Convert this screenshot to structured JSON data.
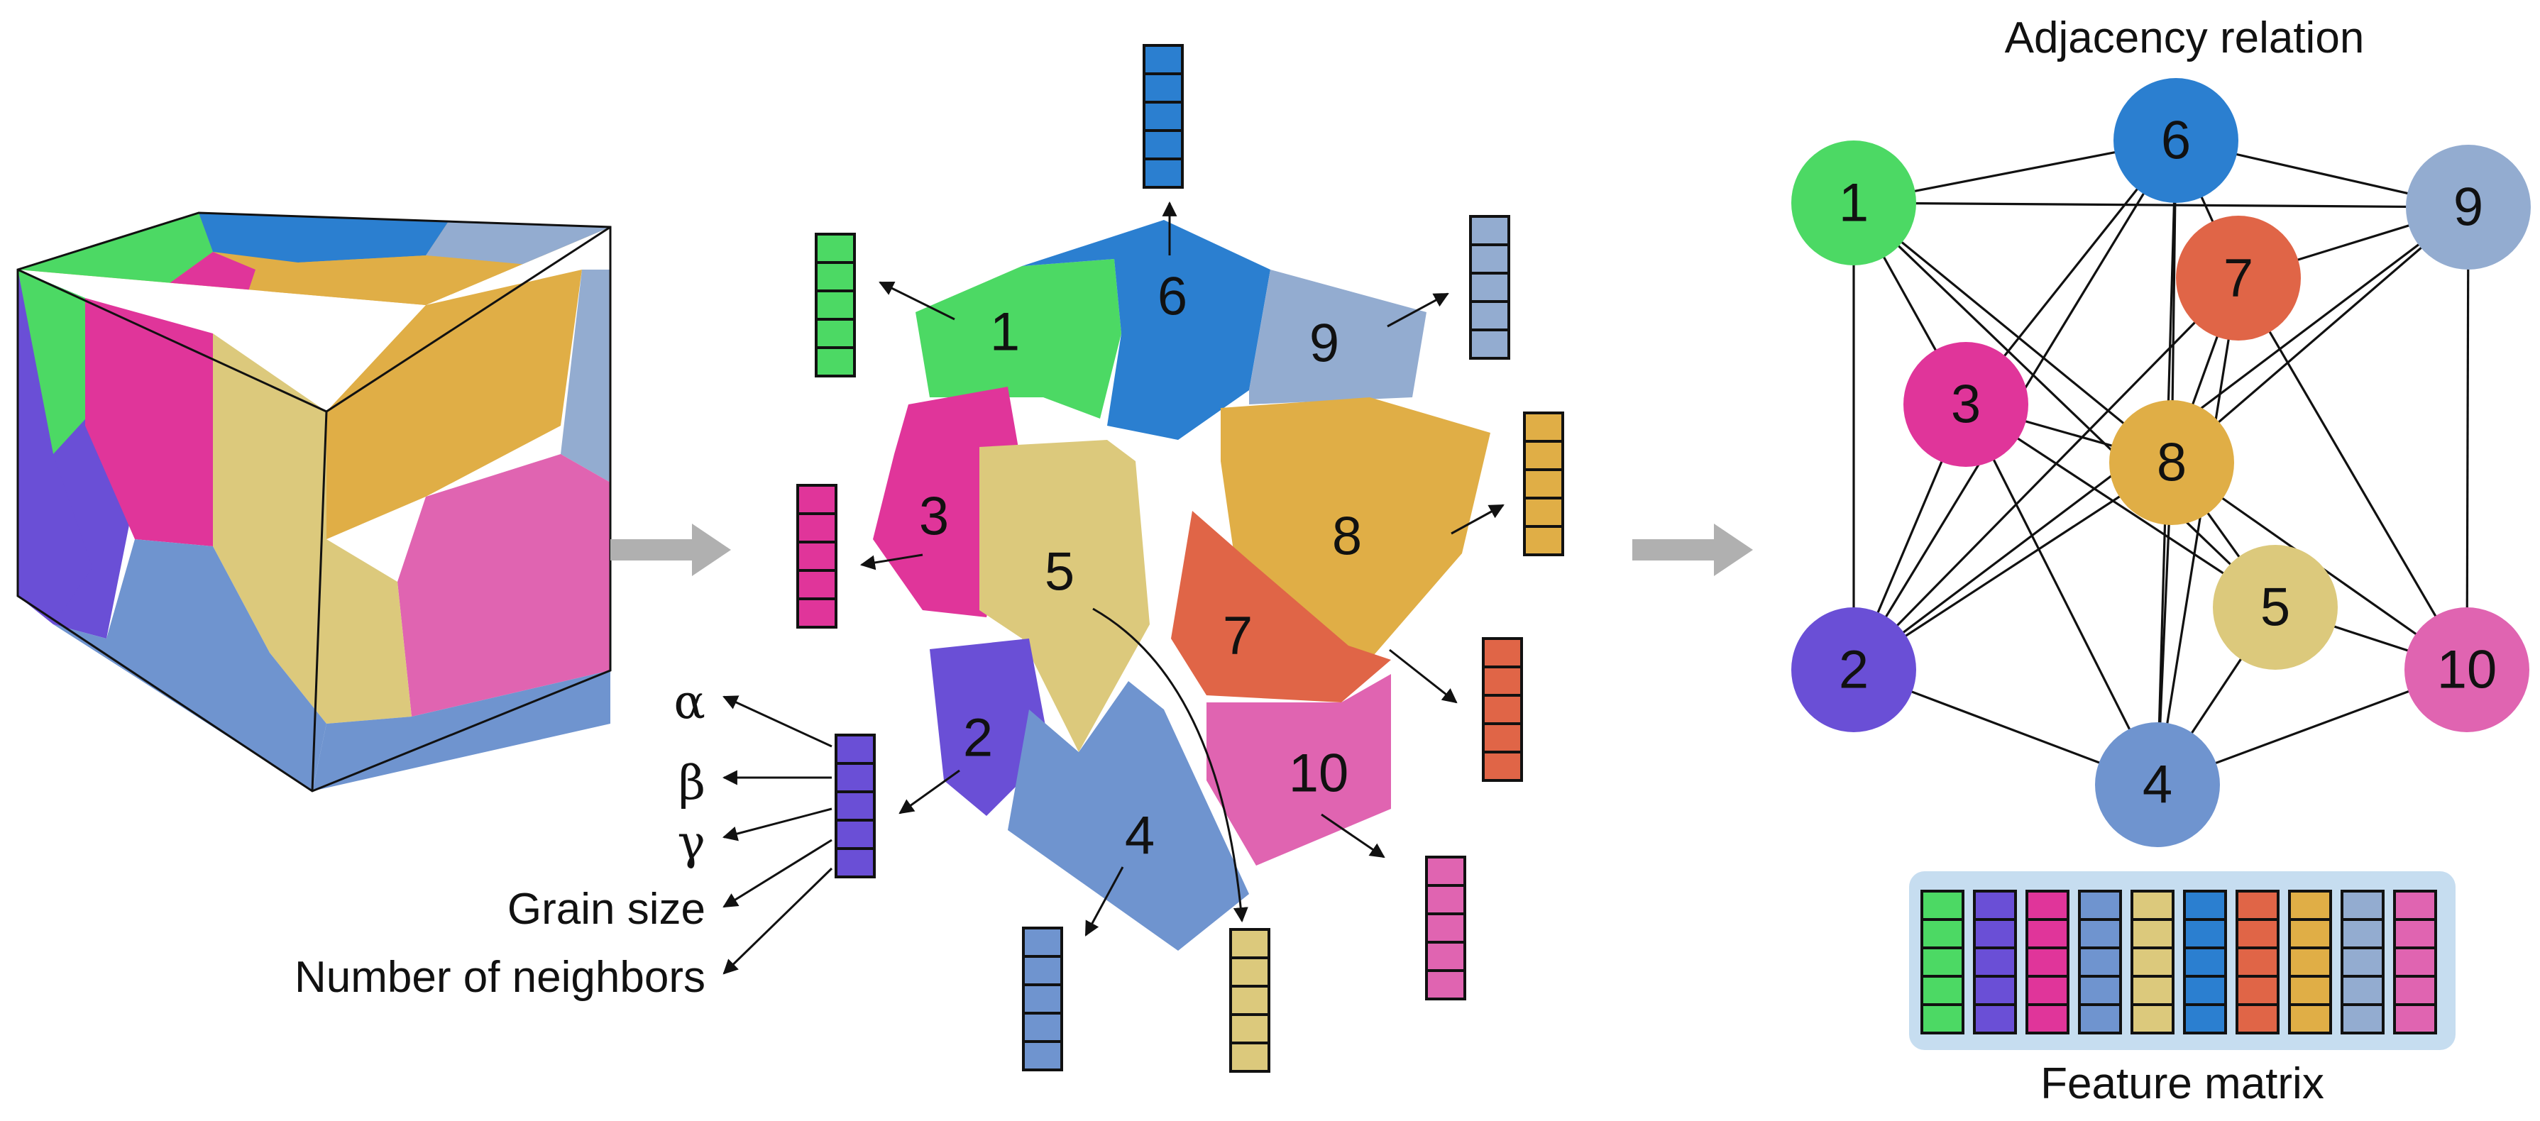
{
  "colors": {
    "g1": "#4cd964",
    "g2": "#6a4fd6",
    "g3": "#e0359a",
    "g4": "#6f94cf",
    "g5": "#dcc97c",
    "g6": "#2b7fd0",
    "g7": "#e06547",
    "g8": "#e0ae46",
    "g9": "#93acd0",
    "g10": "#e064b1",
    "arrow": "#b0b0b0",
    "panel": "#c6ddf0"
  },
  "graph": {
    "title": "Adjacency relation",
    "feature_matrix_label": "Feature matrix",
    "nodes": [
      {
        "id": "1",
        "label": "1",
        "color": "g1"
      },
      {
        "id": "2",
        "label": "2",
        "color": "g2"
      },
      {
        "id": "3",
        "label": "3",
        "color": "g3"
      },
      {
        "id": "4",
        "label": "4",
        "color": "g4"
      },
      {
        "id": "5",
        "label": "5",
        "color": "g5"
      },
      {
        "id": "6",
        "label": "6",
        "color": "g6"
      },
      {
        "id": "7",
        "label": "7",
        "color": "g7"
      },
      {
        "id": "8",
        "label": "8",
        "color": "g8"
      },
      {
        "id": "9",
        "label": "9",
        "color": "g9"
      },
      {
        "id": "10",
        "label": "10",
        "color": "g10"
      }
    ],
    "matrix_columns": [
      "g1",
      "g2",
      "g3",
      "g4",
      "g5",
      "g6",
      "g7",
      "g8",
      "g9",
      "g10"
    ]
  },
  "grains": {
    "labels": [
      "1",
      "2",
      "3",
      "4",
      "5",
      "6",
      "7",
      "8",
      "9",
      "10"
    ]
  },
  "features": {
    "alpha": "α",
    "beta": "β",
    "gamma": "γ",
    "grain_size": "Grain size",
    "neighbors": "Number of neighbors"
  }
}
